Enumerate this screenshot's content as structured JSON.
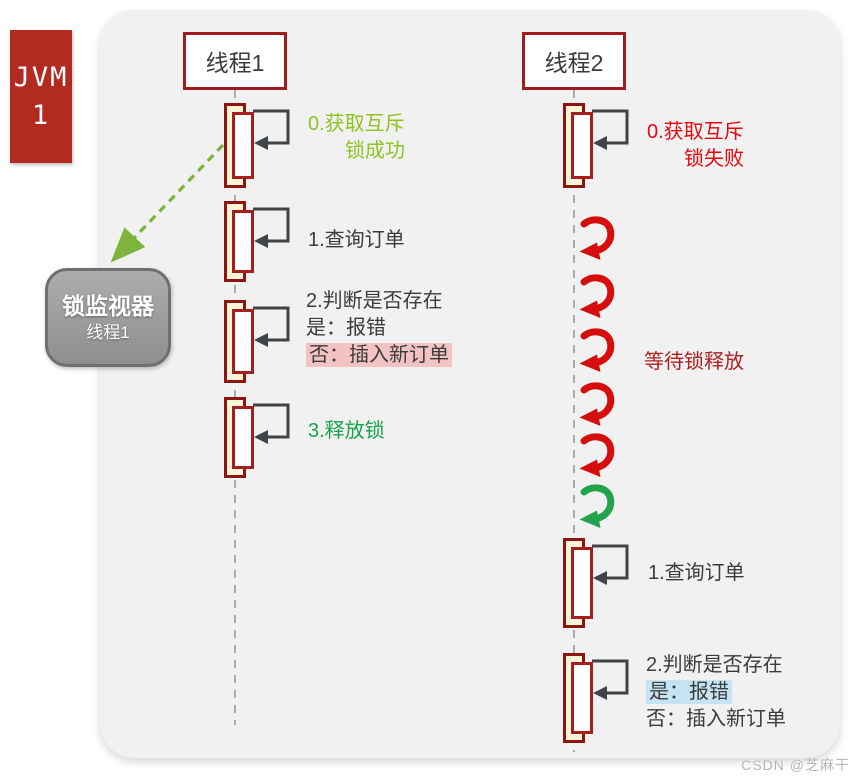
{
  "jvm_box": {
    "line1": "JVM",
    "line2": "1"
  },
  "thread1": {
    "header": "线程1",
    "monitor": {
      "title": "锁监视器",
      "subtitle": "线程1"
    },
    "labels": {
      "step0": [
        "0.获取互斥",
        "锁成功"
      ],
      "step1": "1.查询订单",
      "step2": [
        "2.判断是否存在",
        "是：报错",
        "否：插入新订单"
      ],
      "step3": "3.释放锁"
    }
  },
  "thread2": {
    "header": "线程2",
    "labels": {
      "step0": [
        "0.获取互斥",
        "锁失败"
      ],
      "waiting": "等待锁释放",
      "step1": "1.查询订单",
      "step2": [
        "2.判断是否存在",
        "是：报错",
        "否：插入新订单"
      ]
    }
  },
  "watermark": "CSDN @芝麻干",
  "colors": {
    "jvm_red": "#b22a20",
    "frame_red": "#a11d1d",
    "activation_cream": "#fbf5d8",
    "success_green": "#8ec321",
    "release_green": "#17a348",
    "fail_red": "#e8090e",
    "wait_red": "#af1e1e",
    "highlight_pink": "#f3c2c2",
    "highlight_blue": "#c5e4f3",
    "loop_red": "#d60d0d",
    "loop_green": "#22a34c"
  }
}
